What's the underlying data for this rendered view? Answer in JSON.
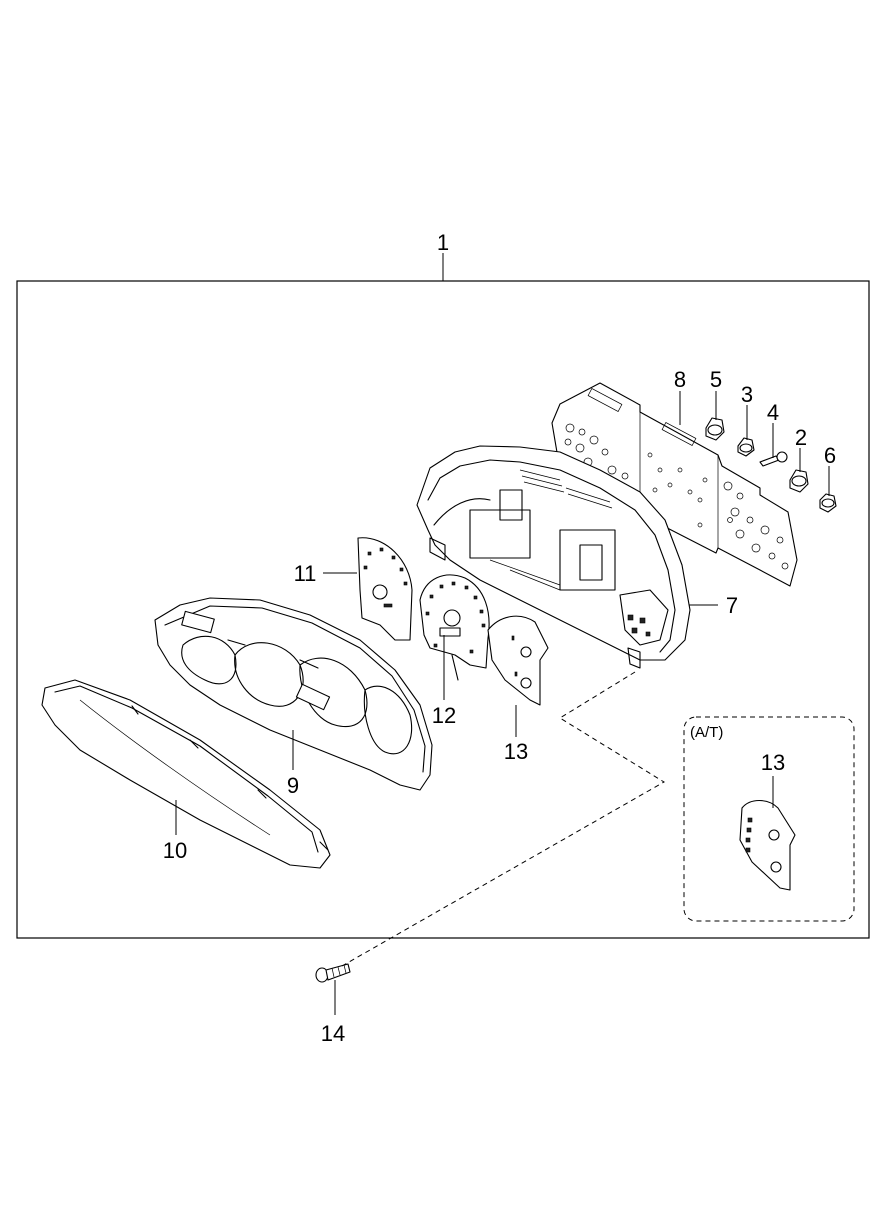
{
  "diagram": {
    "callouts": {
      "c1": "1",
      "c2": "2",
      "c3": "3",
      "c4": "4",
      "c5": "5",
      "c6": "6",
      "c7": "7",
      "c8": "8",
      "c9": "9",
      "c10": "10",
      "c11": "11",
      "c12": "12",
      "c13": "13",
      "c13b": "13",
      "c14": "14"
    },
    "at_label": "(A/T)"
  }
}
